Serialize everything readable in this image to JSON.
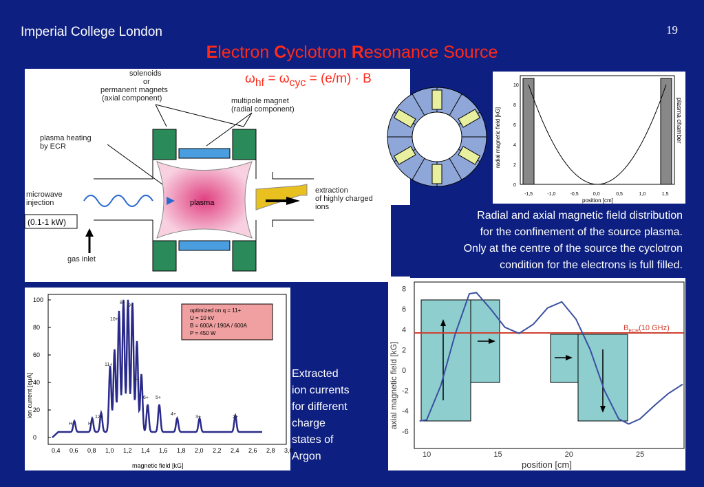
{
  "header": {
    "institution": "Imperial College London",
    "page_number": "19"
  },
  "title": {
    "e1": "E",
    "r1": "lectron ",
    "e2": "C",
    "r2": "yclotron ",
    "e3": "R",
    "r3": "esonance ",
    "e4": "Source"
  },
  "formula": {
    "omega1": "ω",
    "sub1": "hf",
    "eq1": " = ",
    "omega2": "ω",
    "sub2": "cyc",
    "rest": " = (e/m) · B"
  },
  "schematic": {
    "solenoids": "solenoids",
    "or": "or",
    "permanent": "permanent magnets",
    "axial": "(axial component)",
    "multipole": "multipole magnet",
    "radial": "(radial component)",
    "heating1": "plasma heating",
    "heating2": "by ECR",
    "micro1": "microwave",
    "micro2": "injection",
    "power": "(0.1-1 kW)",
    "gas": "gas inlet",
    "plasma": "plasma",
    "extr1": "extraction",
    "extr2": "of highly charged",
    "extr3": "ions"
  },
  "radial_plot": {
    "ylabel": "radial magnetic field [kG]",
    "xlabel": "position [cm]",
    "wall_label": "plasma chamber",
    "xticks": [
      "-1,5",
      "-1,0",
      "-0,5",
      "0,0",
      "0,5",
      "1,0",
      "1,5"
    ],
    "yticks": [
      "0",
      "2",
      "4",
      "6",
      "8",
      "10"
    ]
  },
  "caption1": {
    "l1": "Radial and axial magnetic field distribution",
    "l2": "for the confinement of the source plasma.",
    "l3": "Only at the centre of the source the cyclotron",
    "l4": "condition for the electrons is full filled."
  },
  "spectrum": {
    "ylabel": "ion current [eμA]",
    "xlabel": "magnetic field [kG]",
    "yticks": [
      "0",
      "20",
      "40",
      "60",
      "80",
      "100"
    ],
    "xticks": [
      "0,4",
      "0,6",
      "0,8",
      "1,0",
      "1,2",
      "1,4",
      "1,6",
      "1,8",
      "2,0",
      "2,2",
      "2,4",
      "2,6",
      "2,8",
      "3,0"
    ],
    "box_l1": "optimized on q = 11+",
    "box_l2": "U = 10 kV",
    "box_l3": "B = 600A / 190A / 600A",
    "box_l4": "P = 450 W",
    "peaks": [
      "8+",
      "9+",
      "10+",
      "11+",
      "7+",
      "6+",
      "5+",
      "4+",
      "3+",
      "2+",
      "12+",
      "H",
      "H"
    ]
  },
  "caption2": {
    "l1": "Extracted",
    "l2": "ion currents",
    "l3": "for different",
    "l4": "charge",
    "l5": "states of",
    "l6": "Argon"
  },
  "axial_plot": {
    "ylabel": "axial magnetic field [kG]",
    "xlabel": "position [cm]",
    "ecr_label": "B",
    "ecr_sub": "ECR",
    "ecr_rest": "(10 GHz)",
    "xticks": [
      "10",
      "15",
      "20",
      "25"
    ],
    "yticks": [
      "-6",
      "-4",
      "-2",
      "0",
      "2",
      "4",
      "6",
      "8"
    ]
  },
  "colors": {
    "background": "#0d1f80",
    "title": "#ff2a1a",
    "teal": "#8ecece",
    "red_line": "#d04030",
    "curve": "#3a4fa0"
  }
}
